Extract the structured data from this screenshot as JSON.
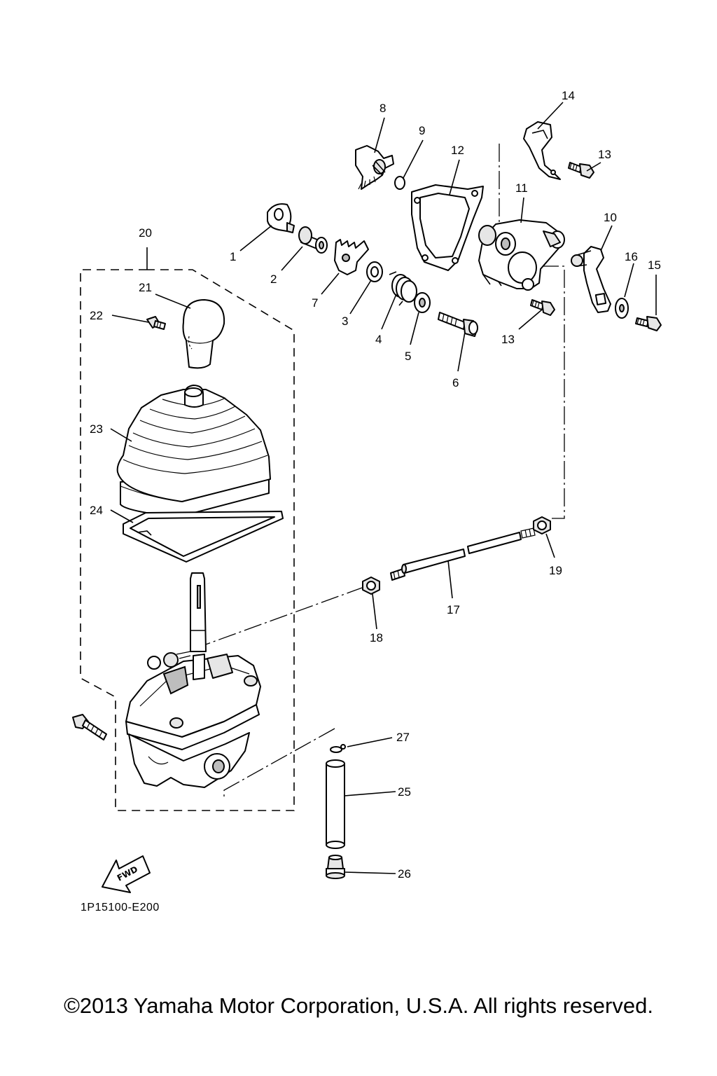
{
  "diagram": {
    "part_code": "1P15100-E200",
    "fwd_label": "FWD",
    "copyright": "©2013 Yamaha Motor Corporation, U.S.A. All rights reserved.",
    "callouts": {
      "c1": "1",
      "c2": "2",
      "c3": "3",
      "c4": "4",
      "c5": "5",
      "c6": "6",
      "c7": "7",
      "c8": "8",
      "c9": "9",
      "c10": "10",
      "c11": "11",
      "c12": "12",
      "c13a": "13",
      "c13b": "13",
      "c14": "14",
      "c15": "15",
      "c16": "16",
      "c17": "17",
      "c18": "18",
      "c19": "19",
      "c20": "20",
      "c21": "21",
      "c22": "22",
      "c23": "23",
      "c24": "24",
      "c25": "25",
      "c26": "26",
      "c27": "27"
    }
  }
}
